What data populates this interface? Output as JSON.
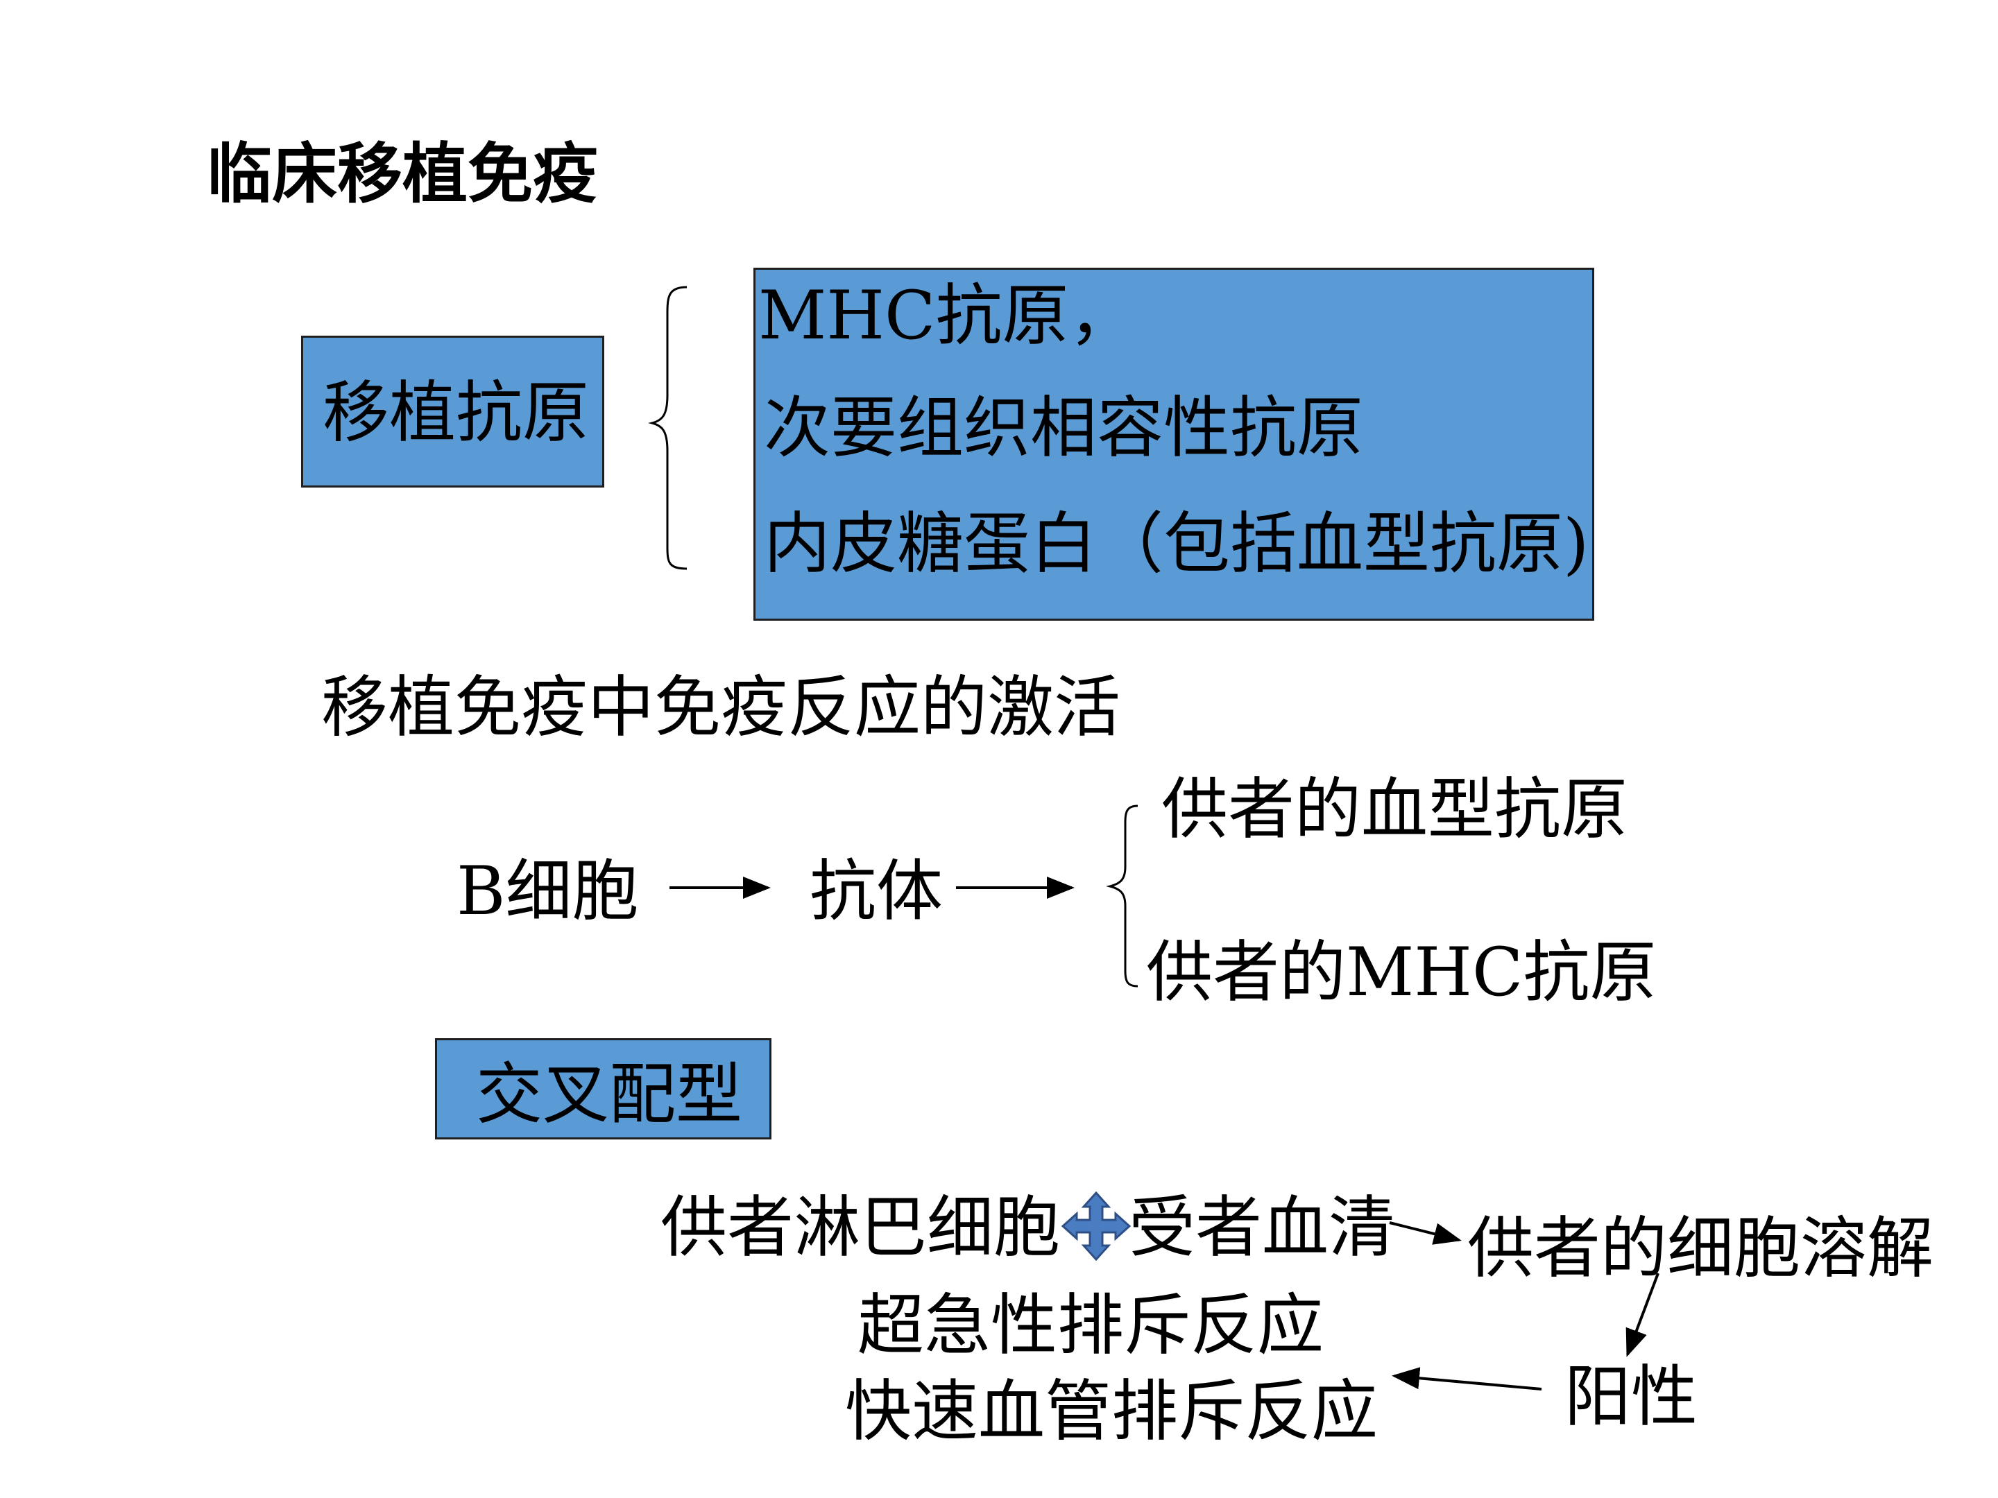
{
  "title": "临床移植免疫",
  "transplant_antigen": {
    "label": "移植抗原",
    "items": [
      "MHC抗原，",
      "次要组织相容性抗原",
      "内皮糖蛋白（包括血型抗原)"
    ]
  },
  "activation": {
    "heading": "移植免疫中免疫反应的激活",
    "b_cell": "B细胞",
    "antibody": "抗体",
    "targets": [
      "供者的血型抗原",
      "供者的MHC抗原"
    ]
  },
  "crossmatch": {
    "label": "交叉配型",
    "donor_lymphocytes": "供者淋巴细胞",
    "recipient_serum": "受者血清",
    "cell_lysis": "供者的细胞溶解",
    "positive": "阳性",
    "reactions": [
      "超急性排斥反应",
      "快速血管排斥反应"
    ]
  },
  "colors": {
    "box_fill": "#5b9bd5",
    "box_border": "#1f1f1f",
    "plus_icon": "#4a7cc2"
  }
}
